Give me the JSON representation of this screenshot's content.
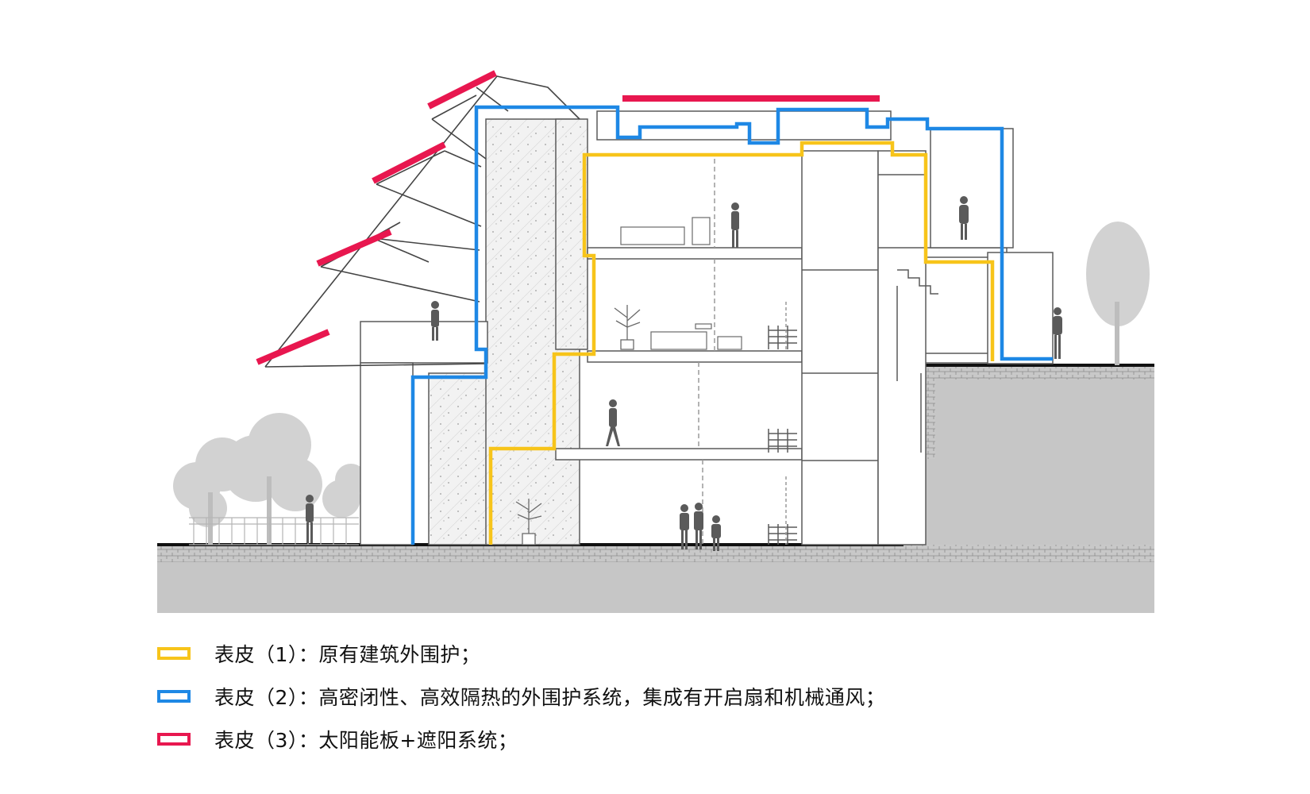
{
  "colors": {
    "skin1": "#F7C41A",
    "skin2": "#1E88E5",
    "skin3": "#E8174F",
    "ground": "#C6C6C6",
    "line": "#5A5A5A",
    "tree": "#D2D2D2"
  },
  "legend": [
    {
      "key": "skin1",
      "label": "表皮（1）：原有建筑外围护；"
    },
    {
      "key": "skin2",
      "label": "表皮（2）：高密闭性、高效隔热的外围护系统，集成有开启扇和机械通风；"
    },
    {
      "key": "skin3",
      "label": "表皮（3）：太阳能板+遮阳系统；"
    }
  ]
}
